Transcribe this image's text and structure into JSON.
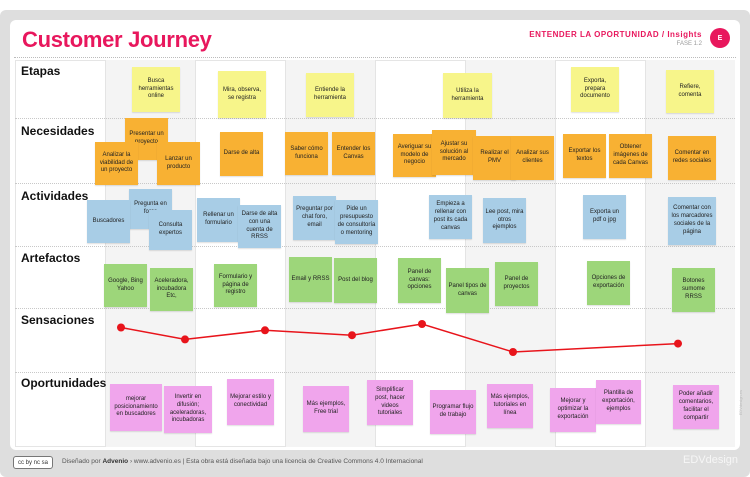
{
  "header": {
    "title": "Customer Journey",
    "phase": "ENTENDER LA OPORTUNIDAD / Insights",
    "fase": "FASE 1.2",
    "badge": "E"
  },
  "rows": [
    "Etapas",
    "Necesidades",
    "Actividades",
    "Artefactos",
    "Sensaciones",
    "Oportunidades"
  ],
  "colors": {
    "accent": "#e8175d",
    "etapas": "#f7f58a",
    "necesidades": "#f8b133",
    "actividades": "#a8cde6",
    "artefactos": "#9dd67a",
    "oportunidades": "#f0a5ec",
    "sensaciones": "#e8141b"
  },
  "etapas": [
    "Busca herramientas online",
    "Mira, observa, se registra",
    "Entiende la herramienta",
    "Utiliza la herramienta",
    "Exporta, prepara documento",
    "Refiere, comenta"
  ],
  "necesidades": [
    "Presentar un proyecto",
    "Analizar la viabilidad de un proyecto",
    "Lanzar un producto",
    "Darse de alta",
    "Saber cómo funciona",
    "Entender los Canvas",
    "Averiguar su modelo de negocio",
    "Ajustar su solución al mercado",
    "Realizar el PMV",
    "Analizar sus clientes",
    "Exportar los textos",
    "Obtener imágenes de cada Canvas",
    "Comentar en redes sociales"
  ],
  "actividades": [
    "Pregunta en foros",
    "Buscadores",
    "Consulta expertos",
    "Rellenar un formulario",
    "Darse de alta con una cuenta de RRSS",
    "Preguntar por chat foro, email",
    "Pide un presupuesto de consultoría o mentoring",
    "Empieza a rellenar con post its cada canvas",
    "Lee post, mira otros ejemplos",
    "Exporta un pdf o jpg",
    "Comentar con los marcadores sociales de la página"
  ],
  "artefactos": [
    "Google, Bing Yahoo",
    "Aceleradora, incubadora Etc,",
    "Formulario y página de registro",
    "Email y RRSS",
    "Post del blog",
    "Panel de canvas: opciones",
    "Panel tipos de canvas",
    "Panel de proyectos",
    "Opciones de exportación",
    "Botones sumome RRSS"
  ],
  "sensaciones": [
    7.5,
    5.8,
    7.1,
    6.4,
    8.0,
    4.0,
    5.2
  ],
  "oportunidades": [
    "mejorar posicionamiento en buscadores",
    "Invertir en difusión; aceleradoras, incubadoras",
    "Mejorar estilo y conectividad",
    "Más ejemplos, Free trial",
    "Simplificar post, hacer videos tutoriales",
    "Programar flujo de trabajo",
    "Más ejemplos, tutoriales en línea",
    "Mejorar y optimizar la exportación",
    "Plantilla de exportación, ejemplos",
    "Poder añadir comentarios, facilitar el compartir"
  ],
  "footer": {
    "cc": "cc by nc sa",
    "pre": "Diseñado por ",
    "brand": "Advenio",
    "post": " › www.advenio.es  |  Esta obra está diseñada bajo una licencia de Creative Commons 4.0 Internacional",
    "logo": "EDVdesign",
    "side": "EDVdesign.es"
  }
}
